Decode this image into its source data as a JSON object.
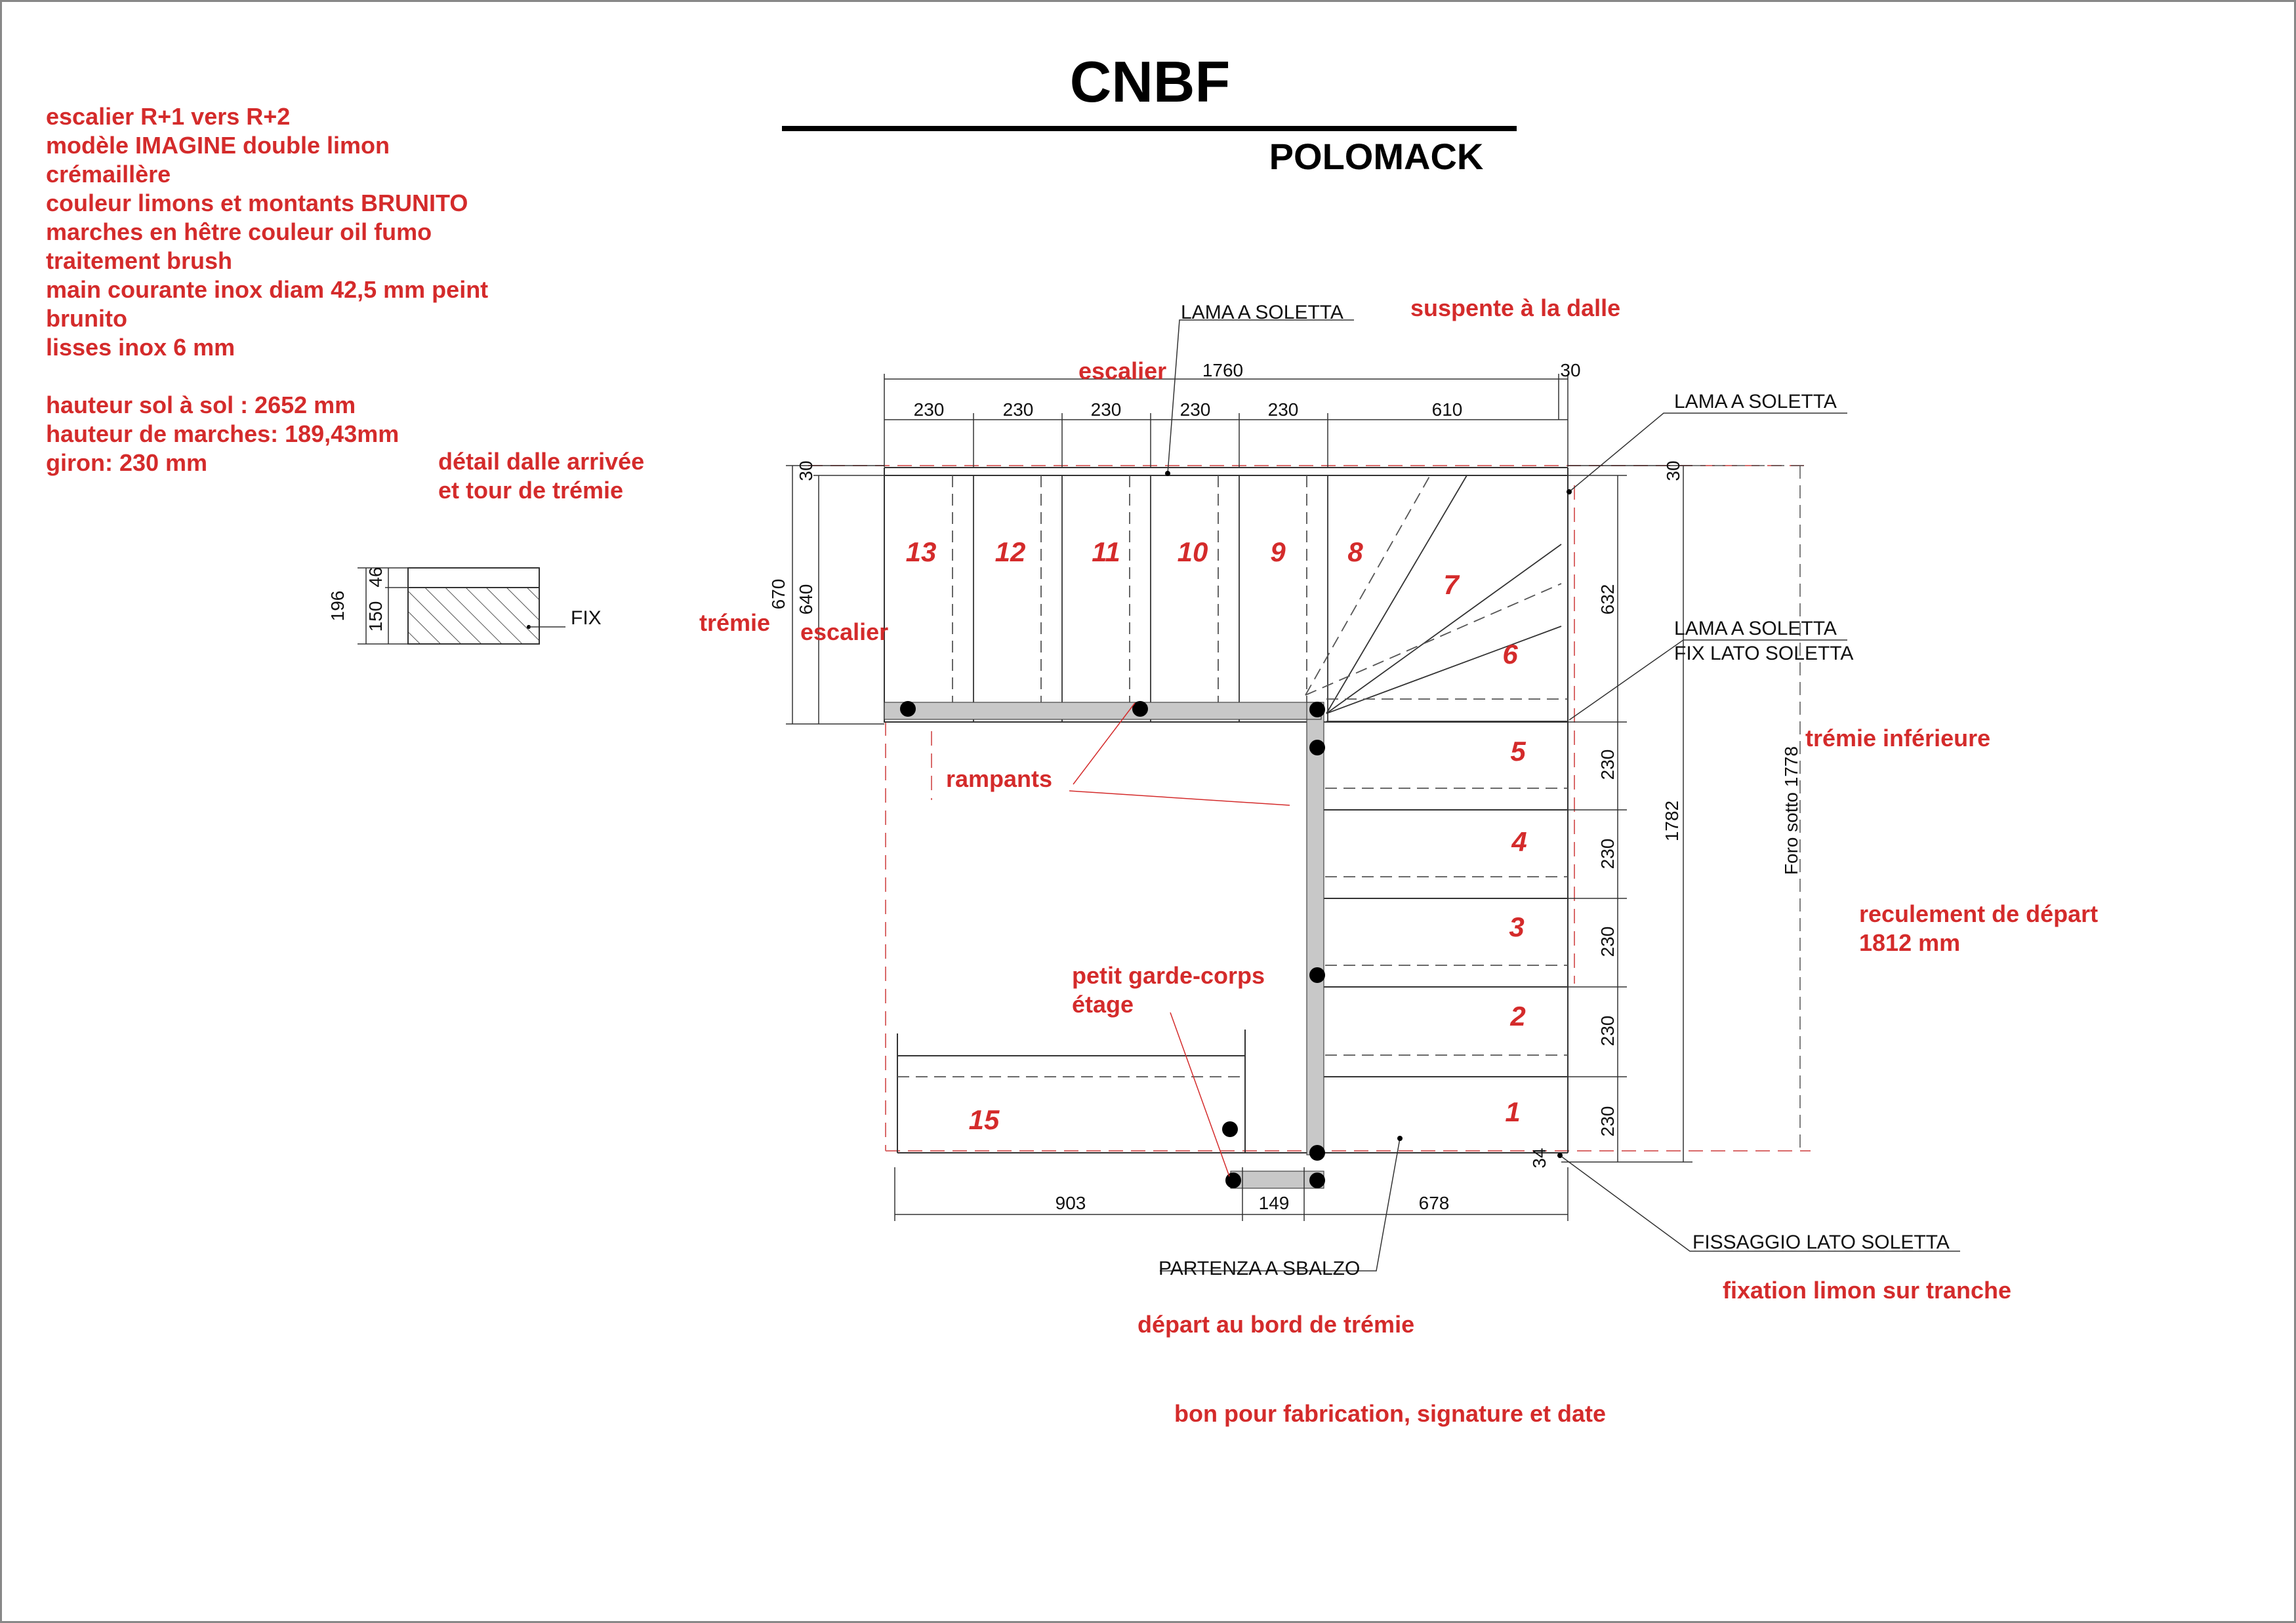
{
  "header": {
    "brand": "CNBF",
    "sub_brand": "POLOMACK"
  },
  "notes": {
    "spec_lines": [
      "escalier  R+1 vers R+2",
      "modèle IMAGINE double limon",
      "crémaillère",
      "couleur limons et montants BRUNITO",
      "marches en hêtre couleur oil fumo",
      "traitement brush",
      "main courante inox  diam 42,5 mm peint",
      "brunito",
      "lisses inox 6 mm"
    ],
    "dimension_lines": [
      "hauteur sol à sol : 2652 mm",
      "hauteur de marches: 189,43mm",
      "giron: 230 mm"
    ]
  },
  "detail": {
    "title_line1": "détail dalle arrivée",
    "title_line2": "et tour de trémie",
    "dim_196": "196",
    "dim_150": "150",
    "dim_46": "46",
    "fix_label": "FIX"
  },
  "annotations": {
    "lama_top": "LAMA A SOLETTA",
    "suspente": "suspente à la dalle",
    "escalier_top": "escalier",
    "lama_right": "LAMA A SOLETTA",
    "lama_fix_1": "LAMA A SOLETTA",
    "lama_fix_2": "FIX LATO SOLETTA",
    "tremie_left": "trémie",
    "escalier_left": "escalier",
    "tremie_inferieure": "trémie inférieure",
    "reculement_1": "reculement de départ",
    "reculement_2": "1812 mm",
    "rampants": "rampants",
    "garde_corps_1": "petit garde-corps",
    "garde_corps_2": "étage",
    "partenza": "PARTENZA A SBALZO",
    "fissaggio": "FISSAGGIO LATO SOLETTA",
    "fixation": "fixation limon sur tranche",
    "depart": "départ au bord de trémie",
    "bon": "bon pour fabrication, signature et date",
    "foro": "Foro sotto 1778"
  },
  "dimensions": {
    "overall_top": "1760",
    "overall_top_end": "30",
    "top_segments": [
      "230",
      "230",
      "230",
      "230",
      "230",
      "610"
    ],
    "left_670": "670",
    "left_640": "640",
    "left_30": "30",
    "right_30": "30",
    "right_632": "632",
    "right_flight": [
      "230",
      "230",
      "230",
      "230",
      "230"
    ],
    "right_1782": "1782",
    "bottom_903": "903",
    "bottom_149": "149",
    "bottom_678": "678",
    "bottom_34": "34"
  },
  "steps": [
    "1",
    "2",
    "3",
    "4",
    "5",
    "6",
    "7",
    "8",
    "9",
    "10",
    "11",
    "12",
    "13",
    "15"
  ],
  "colors": {
    "red": "#d42b2b",
    "line": "#333333",
    "stringer": "#c8c8c8",
    "dash": "#d96a6a"
  }
}
